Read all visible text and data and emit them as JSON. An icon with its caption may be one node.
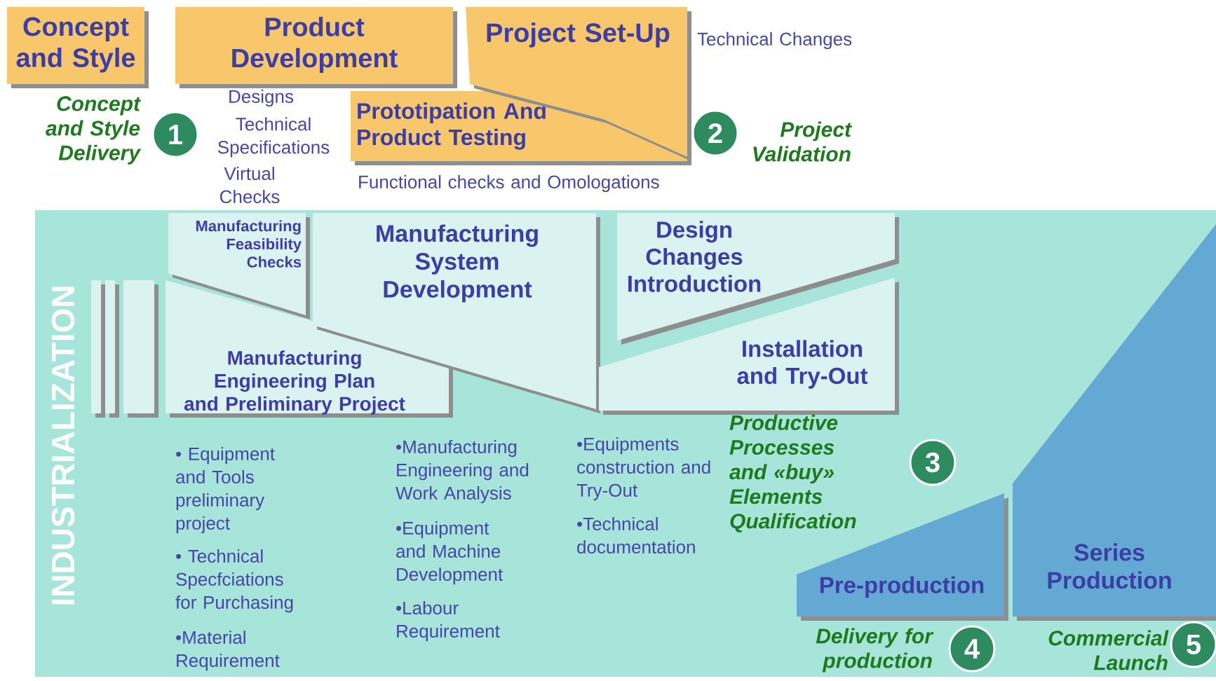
{
  "diagram": {
    "nodes": [
      {
        "text": [
          "Concept and Style"
        ]
      },
      {
        "text": [
          "Product Development"
        ]
      },
      {
        "text": [
          "Project Set-Up"
        ]
      },
      {
        "text": [
          "Prototipation And Product Testing"
        ]
      },
      {
        "text": [
          "INDUSTRIALIZATION"
        ]
      },
      {
        "text": [],
        "shape": "bar",
        "in": 4
      },
      {
        "text": [],
        "shape": "bar",
        "in": 4
      },
      {
        "text": [],
        "shape": "bar",
        "in": 4
      },
      {
        "text": [
          "Manufacturing Feasibility Checks"
        ],
        "in": 4
      },
      {
        "text": [
          "Manufacturing System Development"
        ],
        "in": 4
      },
      {
        "text": [
          "Manufacturing Engineering Plan and Preliminary Project"
        ],
        "in": 4
      },
      {
        "text": [
          "Design Changes Introduction"
        ],
        "in": 4
      },
      {
        "text": [
          "Installation and Try-Out"
        ],
        "in": 4
      },
      {
        "text": [
          "Pre-production"
        ],
        "in": 4
      },
      {
        "text": [
          "Series Production"
        ],
        "in": 4
      },
      {
        "text": [
          "1"
        ],
        "beside": [
          "Concept and Style Delivery"
        ]
      },
      {
        "text": [
          "2"
        ],
        "beside": [
          "Project Validation"
        ]
      },
      {
        "text": [
          "3"
        ],
        "in": 4
      },
      {
        "text": [
          "4"
        ],
        "in": 4,
        "beside": [
          "Delivery for production"
        ]
      },
      {
        "text": [
          "5"
        ],
        "in": 4,
        "beside": [
          "Commercial Launch"
        ]
      }
    ],
    "labels": [
      "Technical Changes",
      "Designs",
      "Technical Specifications",
      "Virtual Checks",
      "Functional checks and Omologations",
      "• Equipment and Tools preliminary project",
      "• Technical Specfciations for Purchasing",
      "•Material Requirement",
      "•Manufacturing Engineering and Work Analysis",
      "•Equipment and Machine Development",
      "•Labour Requirement",
      "•Equipments construction and Try-Out",
      "•Technical documentation",
      "Productive Processes and «buy» Elements Qualification"
    ]
  }
}
